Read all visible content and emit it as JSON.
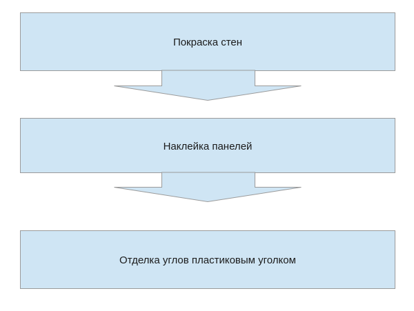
{
  "steps": [
    {
      "label": "Покраска стен"
    },
    {
      "label": "Наклейка панелей"
    },
    {
      "label": "Отделка углов пластиковым уголком"
    }
  ],
  "colors": {
    "fill": "#cfe5f4",
    "stroke": "#9a9a9a",
    "text": "#1a1a1a",
    "background": "#ffffff"
  }
}
